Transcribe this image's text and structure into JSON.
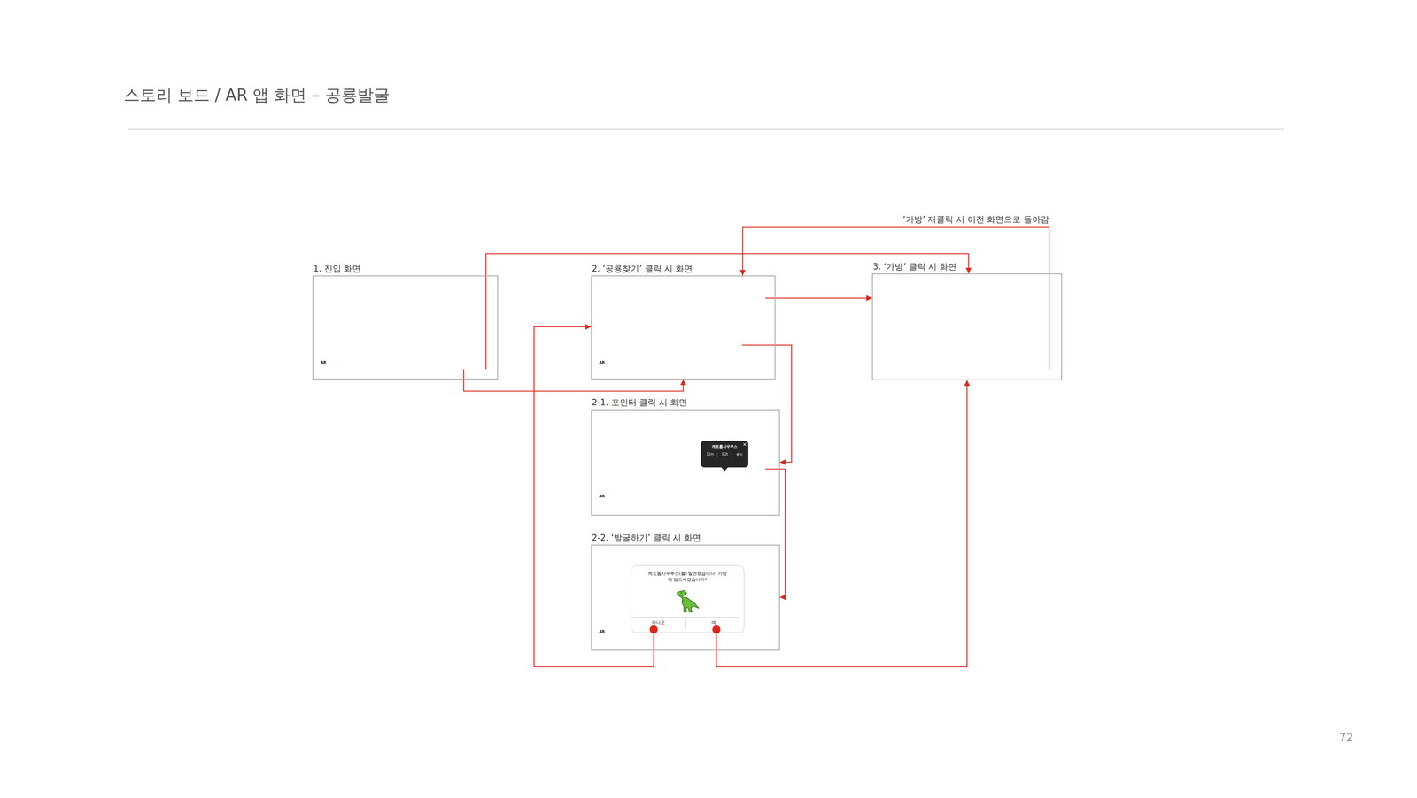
{
  "diagram": {
    "title": "스토리 보드 / AR 앱 화면 – 공룡발굴",
    "nodes": [
      {
        "text": [
          "1. 진입 화면"
        ]
      },
      {
        "text": [
          "2. ‘공룡찾기’ 클릭 시 화면"
        ]
      },
      {
        "text": [
          "3. ‘가방’ 클릭 시 화면"
        ]
      },
      {
        "text": [
          "2-1. 포인터 클릭 시 화면"
        ]
      },
      {
        "text": [
          "케토톱사우루스",
          "12m",
          "3.2t",
          "육식"
        ],
        "in": 3
      },
      {
        "text": [
          "2-2. ‘발굴하기’ 클릭 시 화면"
        ]
      },
      {
        "text": [
          "케토톱사우루스(를) 발견했습니다! 가방에 담으시겠습니까?"
        ],
        "in": 5
      },
      {
        "text": [
          "아니오"
        ],
        "in": 6
      },
      {
        "text": [
          "예"
        ],
        "in": 6
      }
    ],
    "edges": [
      {
        "from": 0,
        "to": 2,
        "arrow": "to"
      },
      {
        "from": 0,
        "to": 1,
        "arrow": "to"
      },
      {
        "from": 1,
        "to": 2,
        "arrow": "to"
      },
      {
        "from": 2,
        "to": 1,
        "arrow": "to",
        "label": "‘가방’ 재클릭 시 이전 화면으로 돌아감"
      },
      {
        "from": 1,
        "to": 3,
        "arrow": "to"
      },
      {
        "from": 3,
        "to": 5,
        "arrow": "to"
      },
      {
        "from": 7,
        "to": 1,
        "arrow": "to"
      },
      {
        "from": 8,
        "to": 2,
        "arrow": "to"
      }
    ],
    "labels": [
      "AR",
      "AR",
      "AR",
      "AR",
      "72"
    ]
  }
}
